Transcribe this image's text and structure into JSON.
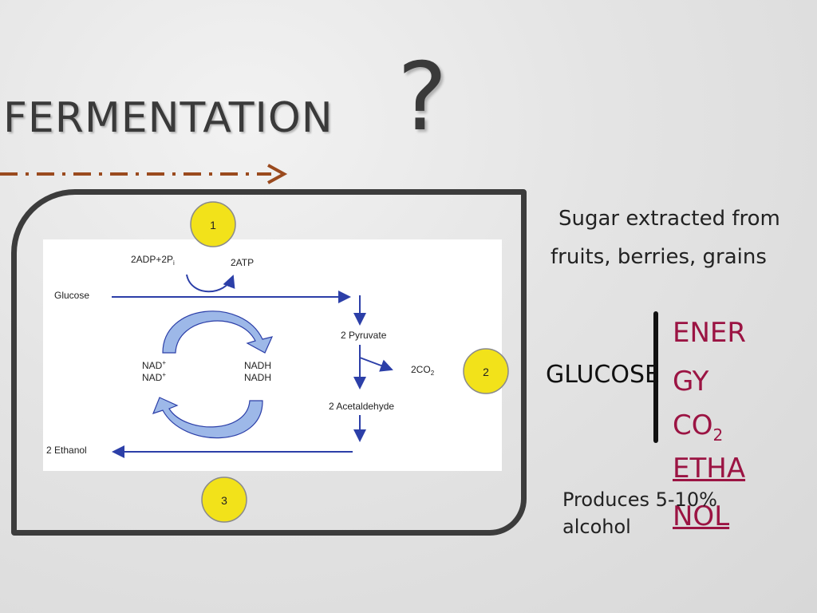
{
  "slide": {
    "title": "FERMENTATION",
    "title_mark": "?"
  },
  "diagram": {
    "labels": {
      "adp": "2ADP+2P",
      "adp_sub": "i",
      "atp": "2ATP",
      "glucose": "Glucose",
      "pyruvate": "2 Pyruvate",
      "co2": "2CO",
      "co2_sub": "2",
      "acetaldehyde": "2 Acetaldehyde",
      "ethanol": "2 Ethanol",
      "nad1": "NAD",
      "nad2": "NAD",
      "nad_sup": "+",
      "nadh1": "NADH",
      "nadh2": "NADH"
    },
    "steps": [
      "1",
      "2",
      "3"
    ],
    "colors": {
      "step_circle": "#f2e21a",
      "cycle_arrow": "#9db8e8",
      "flow_arrow": "#2c3fa8",
      "frame": "#3c3c3c",
      "accent_dash": "#9a4a1e"
    }
  },
  "side": {
    "source_line1": "Sugar extracted from",
    "source_line2": "fruits, berries, grains",
    "glucose": "GLUCOSE",
    "products": {
      "energy_a": "ENER",
      "energy_b": "GY",
      "co2": "CO",
      "co2_sub": "2",
      "ethanol_a": "ETHA",
      "ethanol_b": "NOL"
    },
    "footnote_line1": "Produces 5-10%",
    "footnote_line2": "alcohol",
    "product_color": "#9b1443"
  }
}
